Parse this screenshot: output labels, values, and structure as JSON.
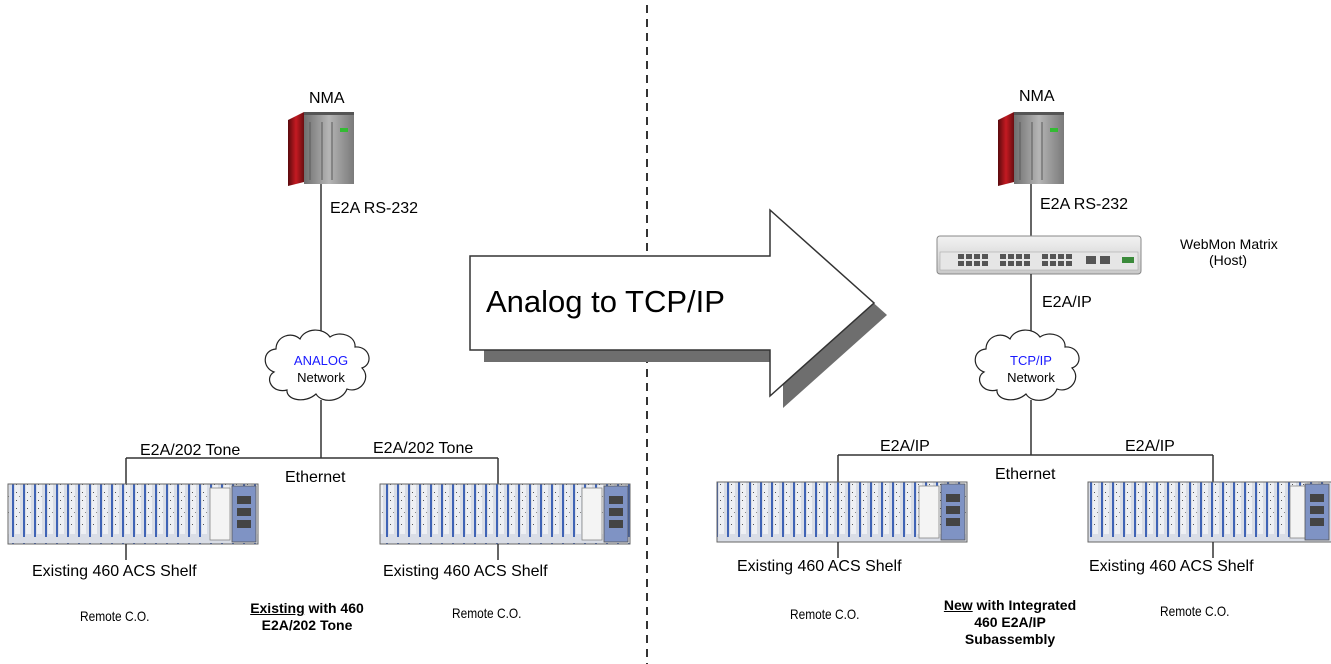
{
  "left": {
    "nma_label": "NMA",
    "link_label": "E2A RS-232",
    "cloud_line1": "ANALOG",
    "cloud_line2": "Network",
    "branch_left_label": "E2A/202 Tone",
    "branch_right_label": "E2A/202 Tone",
    "ethernet_label": "Ethernet",
    "shelf_left_label": "Existing 460 ACS Shelf",
    "shelf_right_label": "Existing 460 ACS Shelf",
    "remote_left": "Remote C.O.",
    "remote_right": "Remote C.O.",
    "caption_emph": "Existing",
    "caption_rest": " with 460",
    "caption_line2": "E2A/202 Tone"
  },
  "arrow": {
    "text": "Analog to TCP/IP"
  },
  "right": {
    "nma_label": "NMA",
    "link_label": "E2A RS-232",
    "host_line1": "WebMon Matrix",
    "host_line2": "(Host)",
    "host_link_label": "E2A/IP",
    "cloud_line1": "TCP/IP",
    "cloud_line2": "Network",
    "branch_left_label": "E2A/IP",
    "branch_right_label": "E2A/IP",
    "ethernet_label": "Ethernet",
    "shelf_left_label": "Existing 460 ACS Shelf",
    "shelf_right_label": "Existing 460 ACS Shelf",
    "remote_left": "Remote C.O.",
    "remote_right": "Remote C.O.",
    "caption_emph": "New",
    "caption_rest": " with Integrated",
    "caption_line2": "460 E2A/IP",
    "caption_line3": "Subassembly"
  },
  "colors": {
    "cloud_text_accent": "#1a1aff",
    "server_red": "#b3131a",
    "server_gray": "#8f8f8f",
    "arrow_shadow": "#6e6e6e",
    "divider": "#333333"
  },
  "icons": [
    "server-icon",
    "cloud-icon",
    "rack-shelf-icon",
    "router-icon",
    "arrow-right-icon"
  ]
}
